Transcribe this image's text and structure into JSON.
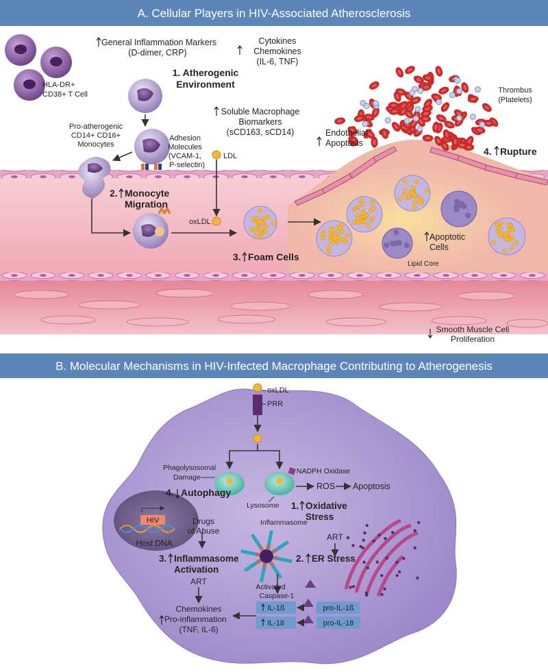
{
  "panel_a": {
    "title": "A. Cellular Players in HIV-Associated Atherosclerosis",
    "general_markers": [
      "General Inflammation Markers",
      "(D-dimer, CRP)"
    ],
    "cytokines": [
      "Cytokines",
      "Chemokines",
      "(IL-6, TNF)"
    ],
    "tcell": [
      "HLA-DR+",
      "CD38+ T Cell"
    ],
    "atherogenic": [
      "1. Atherogenic",
      "Environment"
    ],
    "soluble": [
      "Soluble Macrophage",
      "Biomarkers",
      "(sCD163, sCD14)"
    ],
    "monocytes": [
      "Pro-atherogenic",
      "CD14+ CD16+",
      "Monocytes"
    ],
    "adhesion": [
      "Adhesion",
      "Molecules",
      "(VCAM-1,",
      "P-selectin)"
    ],
    "ldl": "LDL",
    "oxldl": "oxLDL",
    "migration": [
      "2.",
      "Monocyte",
      "Migration"
    ],
    "foam": [
      "3.",
      "Foam Cells"
    ],
    "endothelial": [
      "Endothelial",
      "Apoptosis"
    ],
    "rupture": [
      "4.",
      "Rupture"
    ],
    "thrombus": [
      "Thrombus",
      "(Platelets)"
    ],
    "apoptotic": [
      "Apoptotic",
      "Cells"
    ],
    "lipid_core": "Lipid Core",
    "smooth_muscle": [
      "Smooth Muscle Cell",
      "Proliferation"
    ]
  },
  "panel_b": {
    "title": "B. Molecular Mechanisms in HIV-Infected Macrophage Contributing to Atherogenesis",
    "oxldl": "oxLDL",
    "prr": "PRR",
    "phago": [
      "Phagolysosomal",
      "Damage"
    ],
    "nadph": "NADPH Oxidase",
    "ros": "ROS",
    "apoptosis": "Apoptosis",
    "lysosome": "Lysosome",
    "autophagy": [
      "4.",
      "Autophagy"
    ],
    "oxidative": [
      "1.",
      "Oxidative",
      "Stress"
    ],
    "hiv": "HIV",
    "host_dna": "Host DNA",
    "drugs": [
      "Drugs",
      "of Abuse"
    ],
    "inflammasome_label": "Inflammasome",
    "art": "ART",
    "inflammasome": [
      "3.",
      "Inflammasome",
      "Activation"
    ],
    "er_stress": [
      "2.",
      "ER Stress"
    ],
    "activated": [
      "Activated",
      "Caspase-1"
    ],
    "art2": "ART",
    "chemokines": [
      "Chemokines",
      "Pro-inflammation",
      "(TNF, IL-6)"
    ],
    "il1b": "IL-1ß",
    "il18": "IL-18",
    "pro_il1b": "pro-IL-1ß",
    "pro_il18": "pro-IL-18"
  },
  "colors": {
    "header": "#5b86b7",
    "cell_purple": "#b8a7d6",
    "rbc": "#c92a2a",
    "vessel": "#f2b5bf",
    "lipid": "#f4b63a",
    "box_blue": "#6f9bd1"
  },
  "icons": [
    "up-arrow-icon",
    "down-arrow-icon",
    "caspase-triangle-icon",
    "prr-receptor-icon"
  ]
}
